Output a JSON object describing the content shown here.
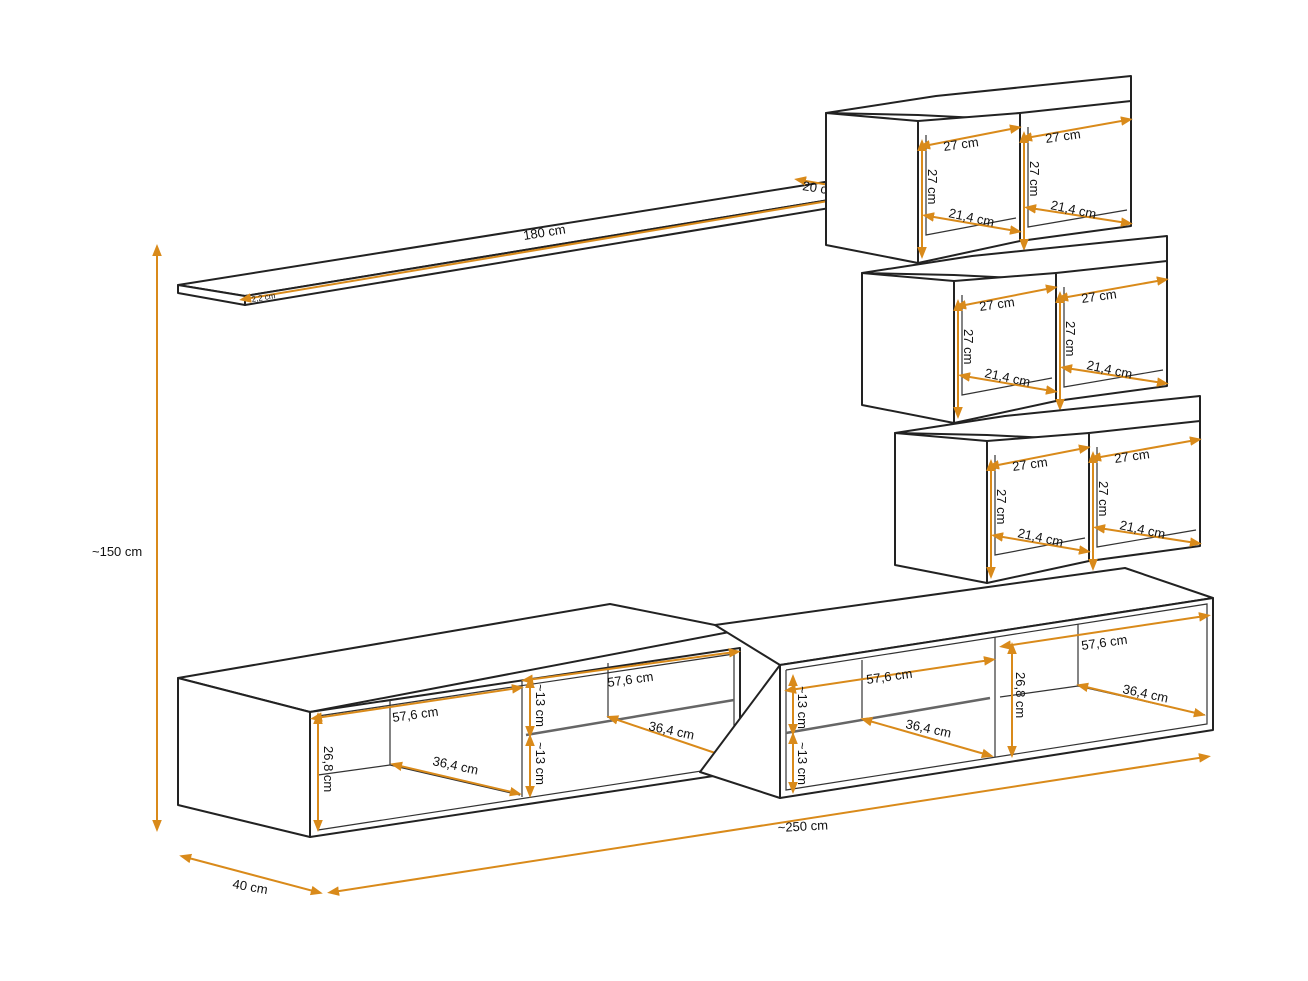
{
  "labels": {
    "height_total": "~150 cm",
    "width_total": "~250 cm",
    "depth": "40 cm",
    "shelf_length": "180 cm",
    "shelf_depth": "20 cm",
    "shelf_thickness": "2,2 cm",
    "cube_width": "27 cm",
    "cube_height": "27 cm",
    "cube_depth": "21,4 cm",
    "compartment_width": "57,6 cm",
    "compartment_depth": "36,4 cm",
    "compartment_height": "26,8 cm",
    "half_height": "~13 cm"
  },
  "colors": {
    "dimension": "#d98a1a",
    "outline": "#222222"
  }
}
